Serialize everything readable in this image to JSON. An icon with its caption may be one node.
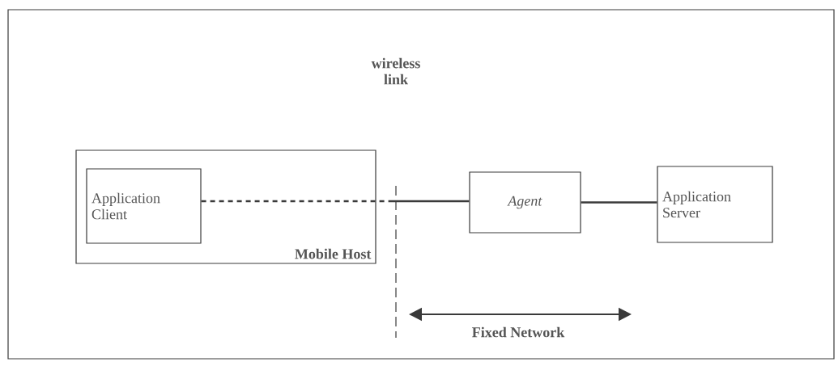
{
  "diagram": {
    "nodes": [
      {
        "text": [
          "Mobile Host"
        ]
      },
      {
        "text": [
          "Application Client"
        ],
        "in": 0
      },
      {
        "text": [
          "*Agent*"
        ]
      },
      {
        "text": [
          "Application Server"
        ]
      }
    ],
    "edges": [
      {
        "from": 1,
        "to": 2,
        "arrow": "none",
        "style": "dashed"
      },
      {
        "from": 2,
        "to": 3,
        "arrow": "none"
      }
    ],
    "labels": [
      "wireless link",
      "Fixed Network"
    ]
  }
}
